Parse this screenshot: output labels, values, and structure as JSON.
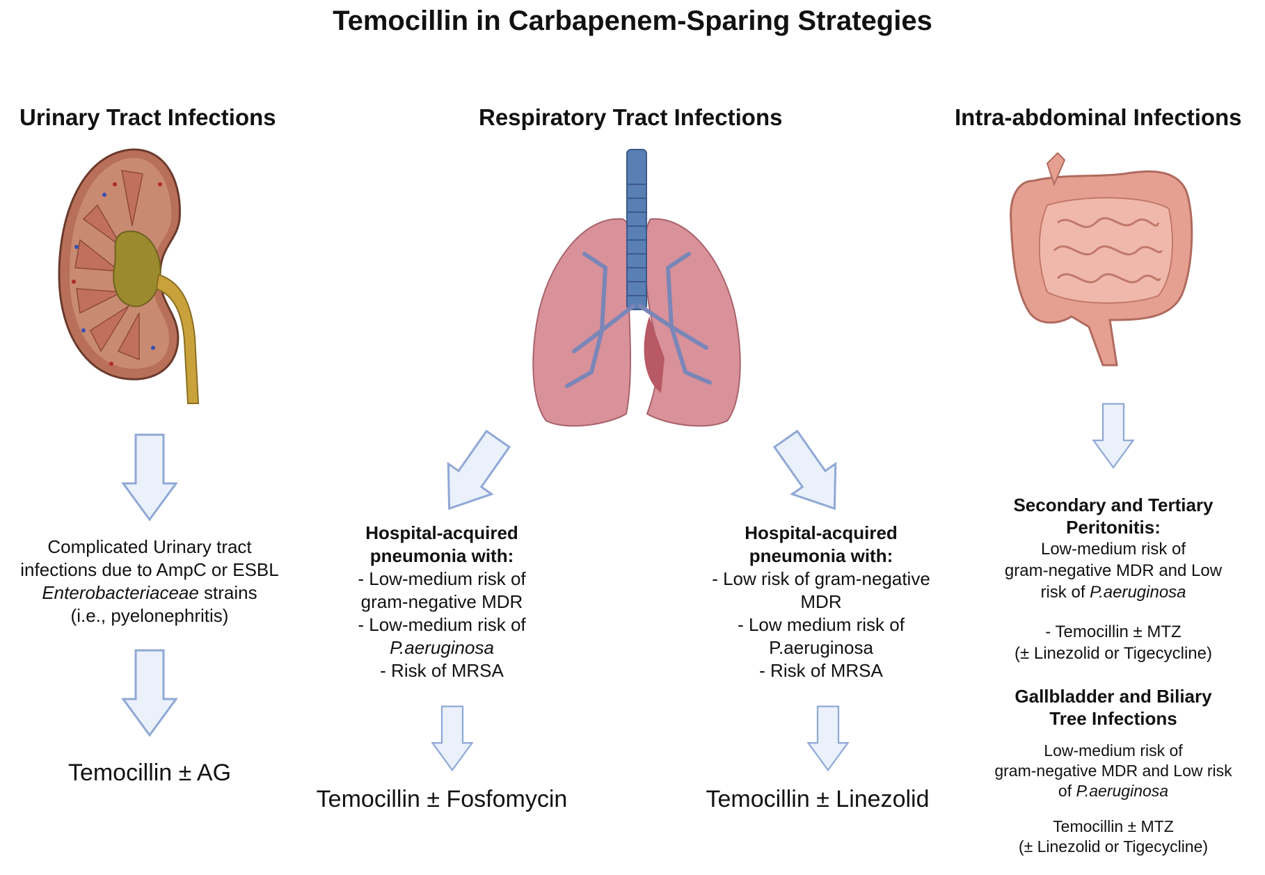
{
  "title": "Temocillin in Carbapenem-Sparing Strategies",
  "colors": {
    "arrow_fill": "#eaf1fb",
    "arrow_stroke": "#8fa8d6",
    "kidney": "#b9705a",
    "lung": "#d9919a",
    "trachea": "#5a7fb5",
    "intestine": "#e6a092"
  },
  "uti": {
    "heading": "Urinary Tract Infections",
    "illustration": "kidney-illustration",
    "lines": [
      "Complicated Urinary tract",
      "infections due to AmpC or ESBL"
    ],
    "italic_name": "Enterobacteriaceae",
    "italic_suffix": " strains",
    "last_line": "(i.e., pyelonephritis)",
    "therapy": "Temocillin ± AG"
  },
  "rti": {
    "heading": "Respiratory Tract Infections",
    "illustration": "lungs-illustration",
    "left": {
      "bold": [
        "Hospital-acquired",
        "pneumonia with:"
      ],
      "line1": "- Low-medium risk of",
      "line2": "gram-negative MDR",
      "line3": "- Low-medium risk of",
      "italic_name": "P.aeruginosa",
      "line5": "- Risk of MRSA",
      "therapy": "Temocillin ± Fosfomycin"
    },
    "right": {
      "bold": [
        "Hospital-acquired",
        "pneumonia with:"
      ],
      "line1": "- Low risk of gram-negative",
      "line2": "MDR",
      "line3": "- Low medium risk of",
      "line4": "P.aeruginosa",
      "line5": "- Risk of MRSA",
      "therapy": "Temocillin ± Linezolid"
    }
  },
  "iai": {
    "heading": "Intra-abdominal Infections",
    "illustration": "intestine-illustration",
    "peritonitis": {
      "bold": [
        "Secondary and Tertiary",
        "Peritonitis:"
      ],
      "line1": "Low-medium risk of",
      "line2": "gram-negative MDR and Low",
      "line3_prefix": "risk of ",
      "italic_name": "P.aeruginosa",
      "therapy1": "- Temocillin ± MTZ",
      "therapy2": "(± Linezolid or Tigecycline)"
    },
    "biliary": {
      "bold": [
        "Gallbladder and Biliary",
        "Tree Infections"
      ],
      "line1": "Low-medium risk of",
      "line2": "gram-negative MDR and Low risk",
      "line3_prefix": "of ",
      "italic_name": "P.aeruginosa",
      "therapy1": "Temocillin ± MTZ",
      "therapy2": "(± Linezolid or Tigecycline)"
    }
  }
}
